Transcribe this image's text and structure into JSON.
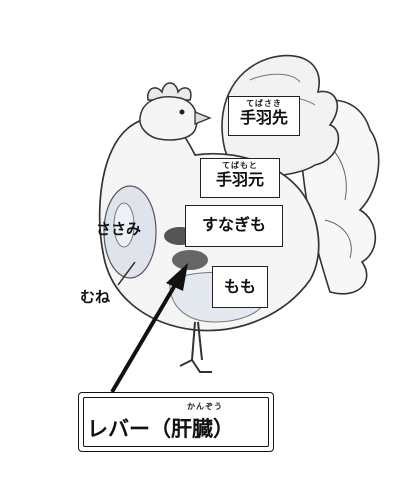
{
  "labels": {
    "wing_tip": {
      "ruby": "てばさき",
      "text": "手羽先"
    },
    "wing_root": {
      "ruby": "てばもと",
      "text": "手羽元"
    },
    "gizzard": {
      "text": "すなぎも"
    },
    "thigh": {
      "text": "もも"
    },
    "tender": {
      "text": "ささみ"
    },
    "breast": {
      "text": "むね"
    },
    "liver": {
      "ruby": "かんぞう",
      "text": "レバー（肝臓）"
    }
  }
}
